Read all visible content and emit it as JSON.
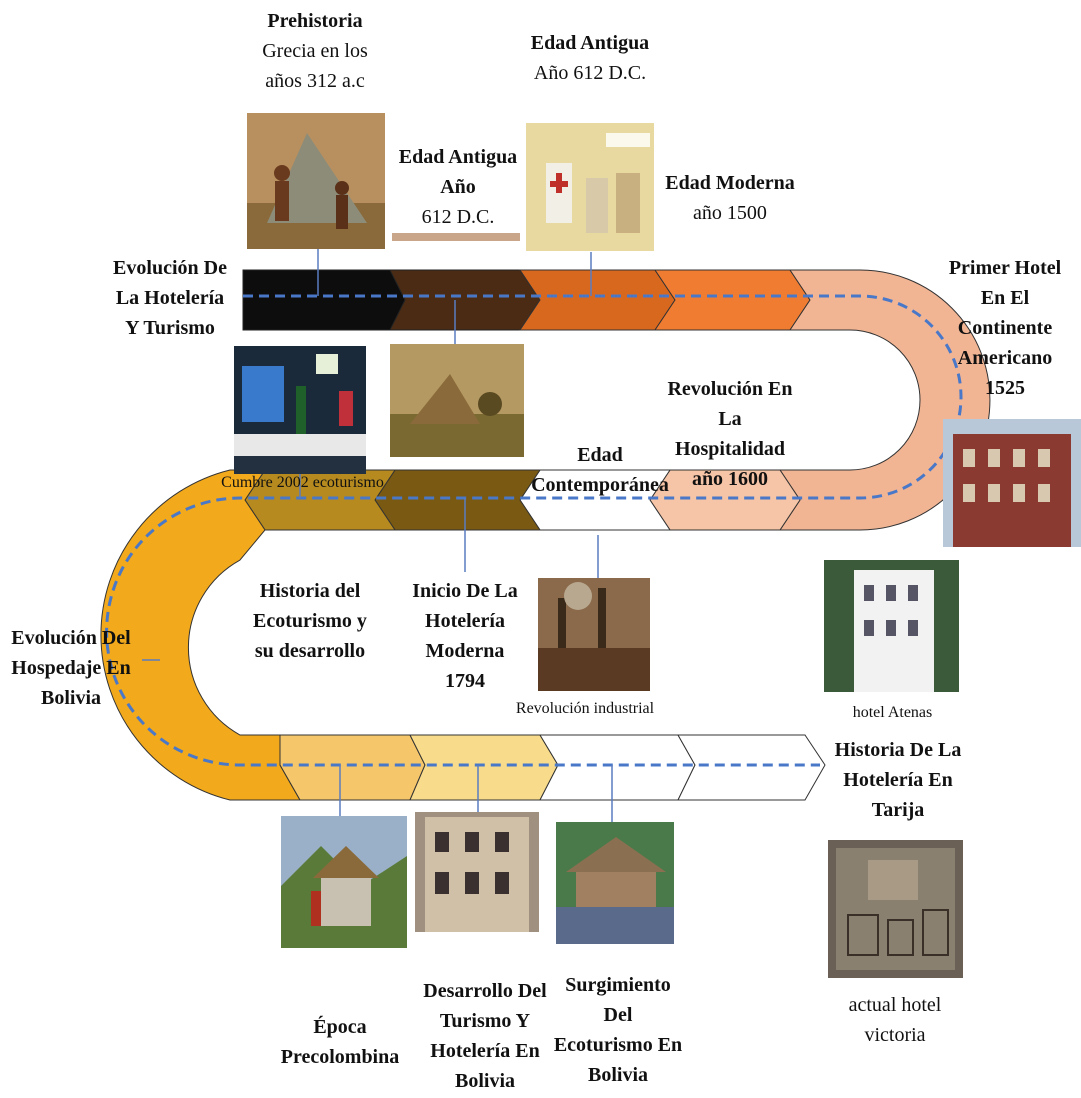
{
  "timeline": {
    "start_label": [
      "Evolución De",
      "La Hotelería",
      "Y Turismo"
    ],
    "prehistoria": {
      "title": "Prehistoria",
      "lines": [
        "Grecia en los",
        "años 312 a.c"
      ]
    },
    "edad_antigua_top": {
      "title": "Edad Antigua",
      "lines": [
        "Año 612 D.C."
      ]
    },
    "edad_antigua_mid": {
      "title_lines": [
        "Edad Antigua",
        "Año"
      ],
      "lines": [
        "612 D.C."
      ]
    },
    "edad_moderna": {
      "title": "Edad Moderna",
      "lines": [
        "año 1500"
      ]
    },
    "primer_hotel": [
      "Primer Hotel",
      "En El",
      "Continente",
      "Americano",
      "1525"
    ],
    "revolucion": [
      "Revolución En",
      "La",
      "Hospitalidad",
      "año 1600"
    ],
    "contemporanea": [
      "Edad",
      "Contemporánea"
    ],
    "cumbre_caption": "Cumbre 2002 ecoturismo",
    "ecoturismo_hist": [
      "Historia del",
      "Ecoturismo y",
      "su desarrollo"
    ],
    "inicio_moderna": [
      "Inicio De La",
      "Hotelería",
      "Moderna"
    ],
    "inicio_year": "1794",
    "revolucion_industrial": "Revolución industrial",
    "hotel_atenas": "hotel Atenas",
    "bolivia_label": [
      "Evolución Del",
      "Hospedaje En",
      "Bolivia"
    ],
    "tarija": [
      "Historia De La",
      "Hotelería En",
      "Tarija"
    ],
    "precolombina": [
      "Época",
      "Precolombina"
    ],
    "desarrollo": [
      "Desarrollo Del",
      "Turismo Y",
      "Hotelería En",
      "Bolivia"
    ],
    "surgimiento": [
      "Surgimiento",
      "Del",
      "Ecoturismo En",
      "Bolivia"
    ],
    "victoria": [
      "actual hotel",
      "victoria"
    ]
  },
  "colors": {
    "row1": [
      "#111111",
      "#4a2a14",
      "#d9661e",
      "#f07a30",
      "#f2b593"
    ],
    "row2": [
      "#f0aa1a",
      "#b58a1e",
      "#7a5a12",
      "#ffffff",
      "#f6c6aa"
    ],
    "row3": [
      "#f6ae1e",
      "#f5cf7a",
      "#f8dc8c",
      "#ffffff",
      "#ffffff"
    ],
    "dash": "#4a78c8",
    "pointer": "#5a7cc0"
  }
}
